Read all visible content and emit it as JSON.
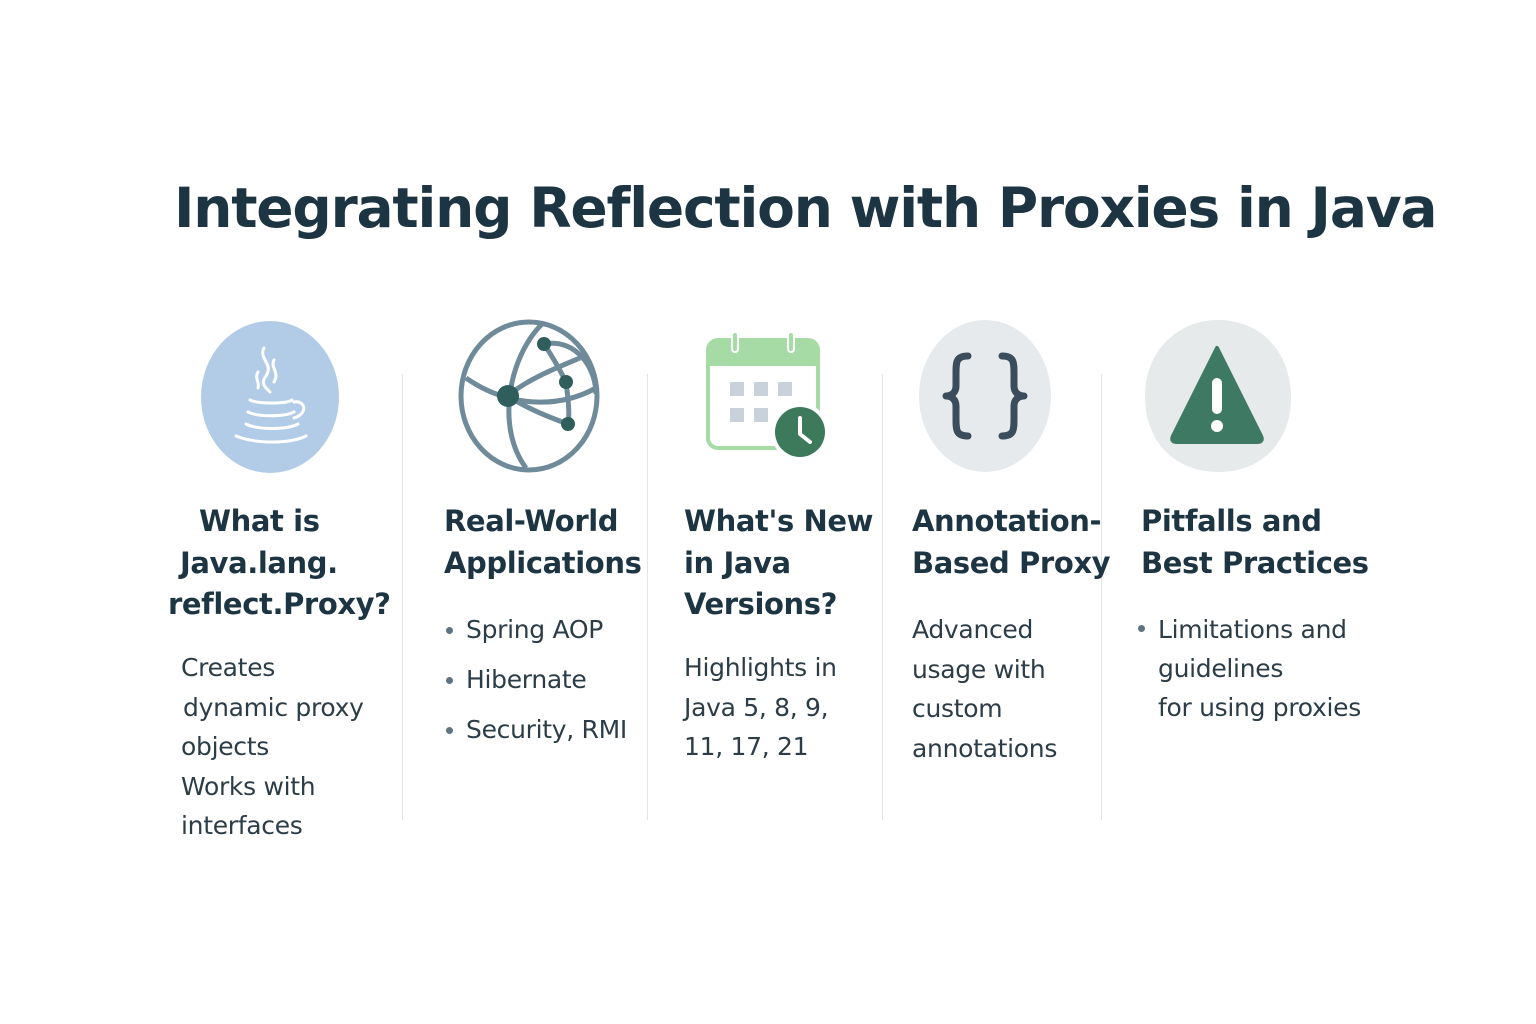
{
  "title": "Integrating Reflection with Proxies in Java",
  "colors": {
    "title": "#1d3443",
    "java_circle": "#b2cce7",
    "globe": "#6f8a99",
    "globe_node": "#2f5e5d",
    "calendar": "#a7dba6",
    "clock": "#3d7a5c",
    "braces_bg": "#e6eaec",
    "braces": "#3b4c5c",
    "warning_bg": "#e6eaea",
    "warning": "#3e7a63"
  },
  "columns": [
    {
      "icon": "java-cup-icon",
      "heading": [
        "What is",
        "Java.lang.",
        "reflect.Proxy?"
      ],
      "body": [
        "Creates",
        "dynamic proxy",
        "objects",
        "Works with",
        "interfaces"
      ]
    },
    {
      "icon": "globe-network-icon",
      "heading": [
        "Real-World",
        "Applications"
      ],
      "bullets": [
        "Spring AOP",
        "Hibernate",
        "Security, RMI"
      ]
    },
    {
      "icon": "calendar-clock-icon",
      "heading": [
        "What's New",
        "in Java",
        "Versions?"
      ],
      "body": [
        "Highlights in",
        "Java 5, 8, 9,",
        "11, 17, 21"
      ]
    },
    {
      "icon": "curly-braces-icon",
      "heading": [
        "Annotation-",
        "Based Proxy"
      ],
      "body": [
        "Advanced",
        "usage with",
        "custom",
        "annotations"
      ]
    },
    {
      "icon": "warning-icon",
      "heading": [
        "Pitfalls and",
        "Best Practices"
      ],
      "bullets": [
        [
          "Limitations and",
          "guidelines",
          "for using proxies"
        ]
      ]
    }
  ]
}
